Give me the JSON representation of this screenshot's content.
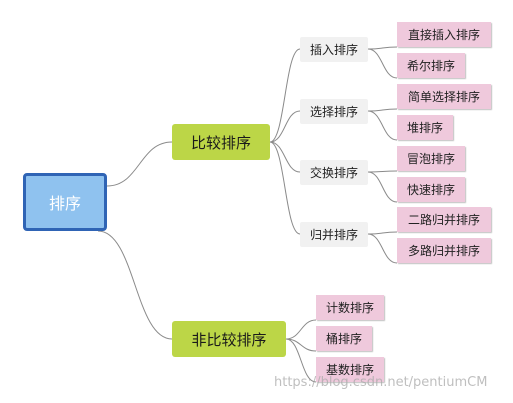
{
  "root": "排序",
  "comparison": {
    "label": "比较排序",
    "groups": [
      {
        "label": "插入排序",
        "leaves": [
          "直接插入排序",
          "希尔排序"
        ]
      },
      {
        "label": "选择排序",
        "leaves": [
          "简单选择排序",
          "堆排序"
        ]
      },
      {
        "label": "交换排序",
        "leaves": [
          "冒泡排序",
          "快速排序"
        ]
      },
      {
        "label": "归并排序",
        "leaves": [
          "二路归并排序",
          "多路归并排序"
        ]
      }
    ]
  },
  "non_comparison": {
    "label": "非比较排序",
    "leaves": [
      "计数排序",
      "桶排序",
      "基数排序"
    ]
  },
  "watermark": "https://blog.csdn.net/pentiumCM",
  "colors": {
    "root_fill": "#8fc2ef",
    "root_border": "#2f64b5",
    "level1_fill": "#bcd647",
    "level2_fill": "#f1f1f1",
    "leaf_fill": "#efc9dc",
    "connector": "#8a8a8a"
  }
}
